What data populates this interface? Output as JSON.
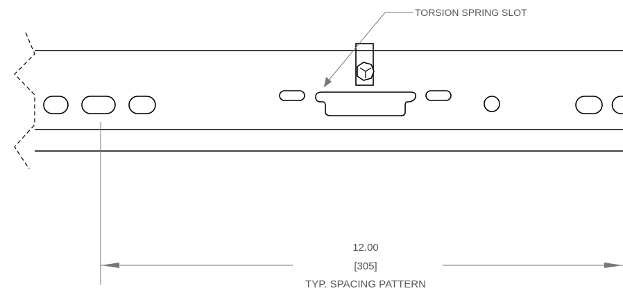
{
  "drawing": {
    "callout": {
      "label": "TORSION SPRING SLOT"
    },
    "dimension": {
      "value": "12.00",
      "metric": "[305]",
      "note": "TYP. SPACING PATTERN"
    },
    "colors": {
      "outline": "#000000",
      "annotation": "#777777",
      "text": "#555555",
      "background": "#ffffff"
    }
  }
}
